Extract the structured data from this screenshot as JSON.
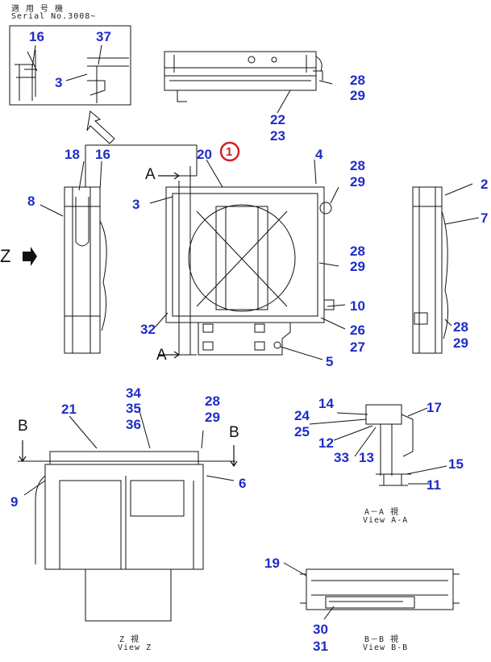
{
  "serial": {
    "header_jp": "適 用 号 機",
    "serial_line": "Serial No.3008~"
  },
  "callouts": {
    "inset": [
      "16",
      "37",
      "3"
    ],
    "top_view": [
      "28",
      "29",
      "22",
      "23"
    ],
    "left_side": [
      "18",
      "16",
      "8",
      "3",
      "32"
    ],
    "front": [
      "20",
      "1",
      "4",
      "28",
      "29",
      "28",
      "29",
      "10",
      "26",
      "27",
      "5"
    ],
    "right_side": [
      "2",
      "7",
      "28",
      "29"
    ],
    "view_z": [
      "34",
      "35",
      "36",
      "28",
      "29",
      "21",
      "6",
      "9"
    ],
    "view_aa": [
      "14",
      "17",
      "24",
      "25",
      "12",
      "33",
      "13",
      "15",
      "11"
    ],
    "view_bb": [
      "19",
      "30",
      "31"
    ]
  },
  "section_letters": {
    "a_top": "A",
    "a_bottom": "A",
    "b_left": "B",
    "b_right": "B",
    "z_arrow": "Z"
  },
  "view_labels": {
    "aa_jp": "A－A 視",
    "aa_en": "View A-A",
    "z_jp": "Z 視",
    "z_en": "View Z",
    "bb_jp": "B－B 視",
    "bb_en": "View B-B"
  },
  "colors": {
    "callout_blue": "#1e2cc8",
    "highlight_red": "#d42020",
    "line_black": "#111111"
  }
}
